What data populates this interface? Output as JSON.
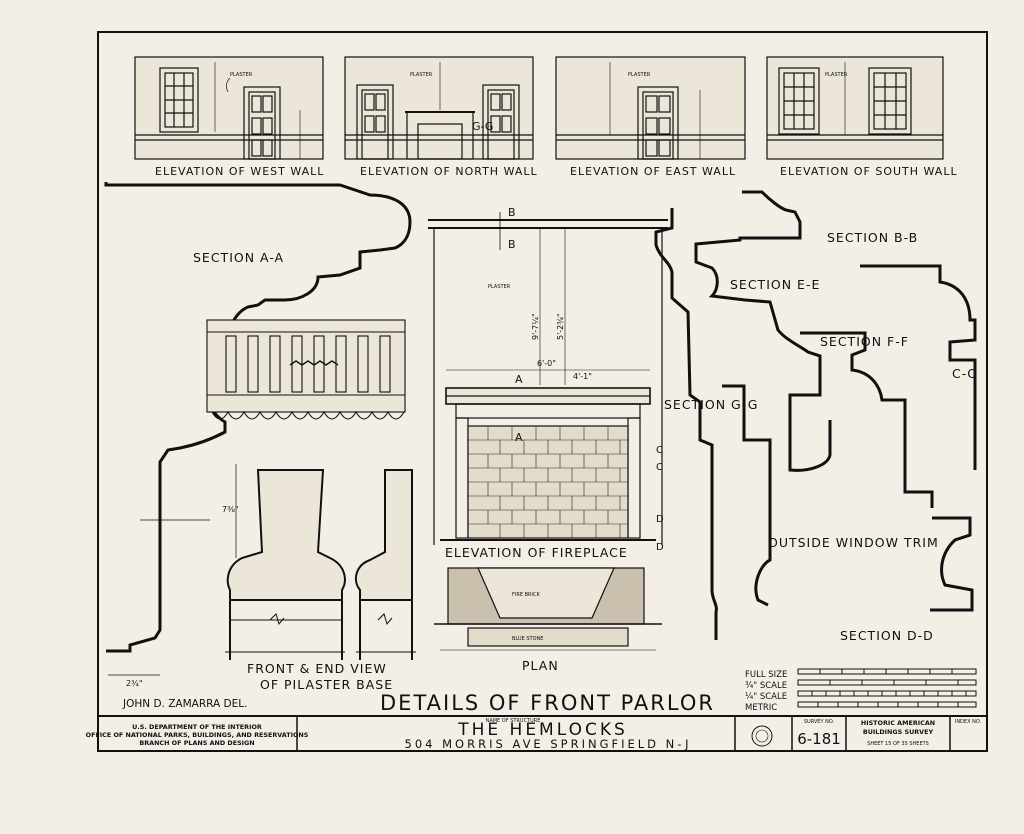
{
  "elevations": {
    "west": "ELEVATION OF WEST WALL",
    "north": "ELEVATION OF NORTH WALL",
    "east": "ELEVATION OF EAST WALL",
    "south": "ELEVATION OF SOUTH WALL",
    "plaster": "PLASTER",
    "gg": "G-G"
  },
  "sections": {
    "aa": "SECTION A-A",
    "bb": "SECTION B-B",
    "ee": "SECTION E-E",
    "ff": "SECTION F-F",
    "cc": "C-C",
    "gg": "SECTION G-G",
    "dd": "SECTION D-D",
    "trim": "OUTSIDE WINDOW TRIM"
  },
  "fireplace": {
    "elevation_label": "ELEVATION OF FIREPLACE",
    "plan_label": "PLAN",
    "fire_brick": "FIRE BRICK",
    "blue_stone": "BLUE STONE",
    "plaster": "PLASTER",
    "width": "6'-0\"",
    "height_a": "9'-7¼\"",
    "height_b": "5'-2¾\"",
    "opening": "4'-1\"",
    "markers": {
      "a": "A",
      "b": "B",
      "c": "C",
      "d": "D"
    }
  },
  "pilaster": {
    "caption_line1": "FRONT & END VIEW",
    "caption_line2": "OF PILASTER BASE",
    "dim_height": "7⅜\"",
    "dim_width": "2¾\""
  },
  "drawing_title": "DETAILS OF FRONT PARLOR",
  "delineator": "JOHN D. ZAMARRA   DEL.",
  "scales": {
    "full": "FULL SIZE",
    "three_quarter": "¾\" SCALE",
    "quarter": "¼\" SCALE",
    "metric": "METRIC"
  },
  "title_block": {
    "agency_line1": "U.S. DEPARTMENT OF THE INTERIOR",
    "agency_line2": "OFFICE OF NATIONAL PARKS, BUILDINGS, AND RESERVATIONS",
    "agency_line3": "BRANCH OF PLANS AND DESIGN",
    "name_label": "NAME OF STRUCTURE",
    "structure_name": "THE HEMLOCKS",
    "address": "504 MORRIS AVE   SPRINGFIELD N-J",
    "survey_label": "SURVEY NO.",
    "survey_no": "6-181",
    "habs_line1": "HISTORIC AMERICAN",
    "habs_line2": "BUILDINGS SURVEY",
    "sheet_info": "SHEET 15 OF 35 SHEETS",
    "index_label": "INDEX NO."
  }
}
